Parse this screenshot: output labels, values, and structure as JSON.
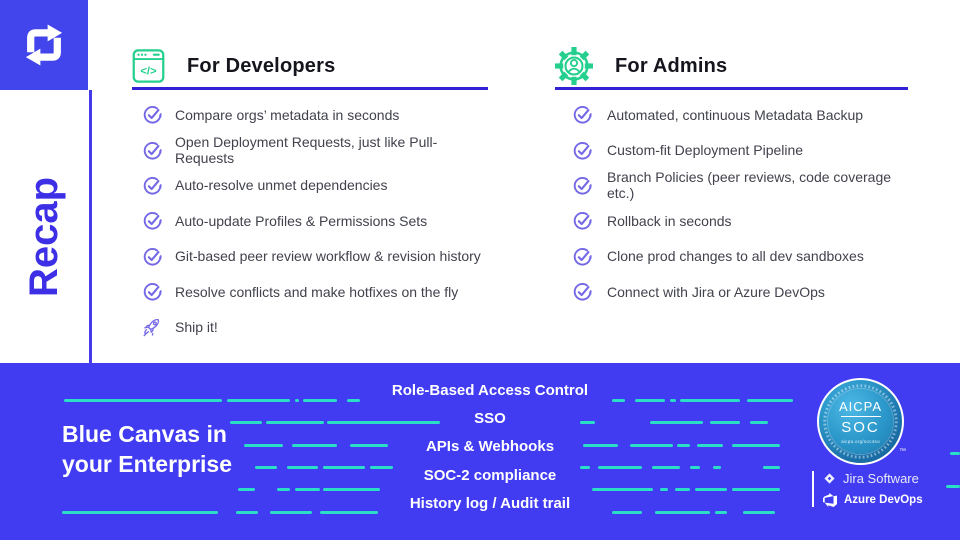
{
  "page": {
    "recap_label": "Recap"
  },
  "logo": {
    "icon": "repeat-icon"
  },
  "developers": {
    "icon": "code-window-icon",
    "title": "For Developers",
    "items": [
      {
        "icon": "check-circle-icon",
        "text": "Compare orgs’ metadata in seconds"
      },
      {
        "icon": "check-circle-icon",
        "text": "Open Deployment Requests, just like Pull-Requests"
      },
      {
        "icon": "check-circle-icon",
        "text": "Auto-resolve unmet dependencies"
      },
      {
        "icon": "check-circle-icon",
        "text": "Auto-update Profiles & Permissions Sets"
      },
      {
        "icon": "check-circle-icon",
        "text": "Git-based peer review workflow & revision history"
      },
      {
        "icon": "check-circle-icon",
        "text": "Resolve conflicts and make hotfixes on the fly"
      },
      {
        "icon": "rocket-icon",
        "text": "Ship it!"
      }
    ]
  },
  "admins": {
    "icon": "gear-user-icon",
    "title": "For Admins",
    "items": [
      {
        "icon": "check-circle-icon",
        "text": "Automated, continuous Metadata Backup"
      },
      {
        "icon": "check-circle-icon",
        "text": "Custom-fit Deployment Pipeline"
      },
      {
        "icon": "check-circle-icon",
        "text": "Branch Policies (peer reviews, code coverage etc.)"
      },
      {
        "icon": "check-circle-icon",
        "text": "Rollback in seconds"
      },
      {
        "icon": "check-circle-icon",
        "text": "Clone prod changes to all dev sandboxes"
      },
      {
        "icon": "check-circle-icon",
        "text": "Connect with Jira or Azure DevOps"
      }
    ]
  },
  "banner": {
    "title_line1": "Blue Canvas in",
    "title_line2": "your Enterprise",
    "features": [
      "Role-Based Access Control",
      "SSO",
      "APIs & Webhooks",
      "SOC-2 compliance",
      "History log / Audit trail"
    ],
    "badge": {
      "org": "AICPA",
      "seal": "SOC",
      "url": "aicpa.org/soc4so",
      "trademark": "™"
    },
    "integrations": [
      {
        "icon": "jira-icon",
        "label": "Jira Software"
      },
      {
        "icon": "azure-devops-icon",
        "label": "Azure DevOps"
      }
    ]
  },
  "colors": {
    "brand_blue": "#413CF2",
    "underline_blue": "#3222D6",
    "teal": "#2BDFC6",
    "green": "#25CF8D",
    "purple": "#7468E6",
    "recap_blue": "#3C2FE6"
  }
}
